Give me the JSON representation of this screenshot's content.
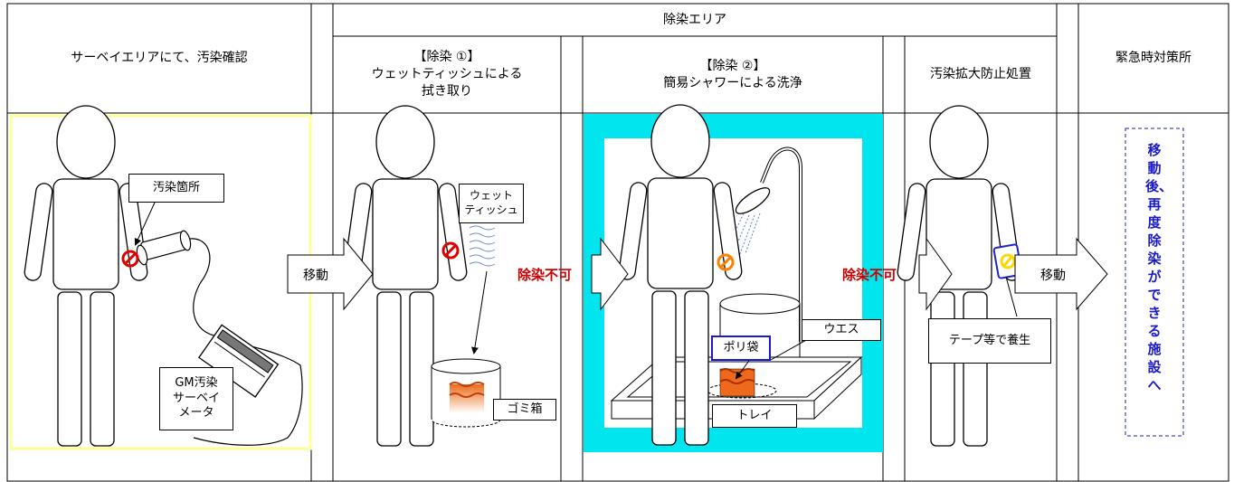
{
  "headers": {
    "survey": "サーベイエリアにて、汚染確認",
    "decon_area": "除染エリア",
    "decon1": "【除染 ①】\nウェットティッシュによる\n拭き取り",
    "decon2": "【除染 ②】\n簡易シャワーによる洗浄",
    "prevent": "汚染拡大防止処置",
    "emergency": "緊急時対策所"
  },
  "labels": {
    "contam_spot": "汚染箇所",
    "gm_meter": "GM汚染\nサーベイ\nメータ",
    "wet_tissue": "ウェット\nティッシュ",
    "trash": "ゴミ箱",
    "rag": "ウエス",
    "poly_bag": "ポリ袋",
    "tray": "トレイ",
    "tape": "テープ等で養生"
  },
  "arrows": {
    "move1": "移動",
    "not_decon1": "除染不可",
    "not_decon2": "除染不可",
    "move2": "移動"
  },
  "final_note": "移動後、再度除染ができる施設へ",
  "colors": {
    "survey_border": "#ffff99",
    "shower_area": "#00e5ee",
    "prohibit": "#e00000",
    "prohibit_orange": "#ff7f00",
    "tape_blue": "#2222cc",
    "tape_yellow": "#ffd700",
    "note_text": "#1a1acc",
    "bag_orange": "#ee6a1a"
  }
}
